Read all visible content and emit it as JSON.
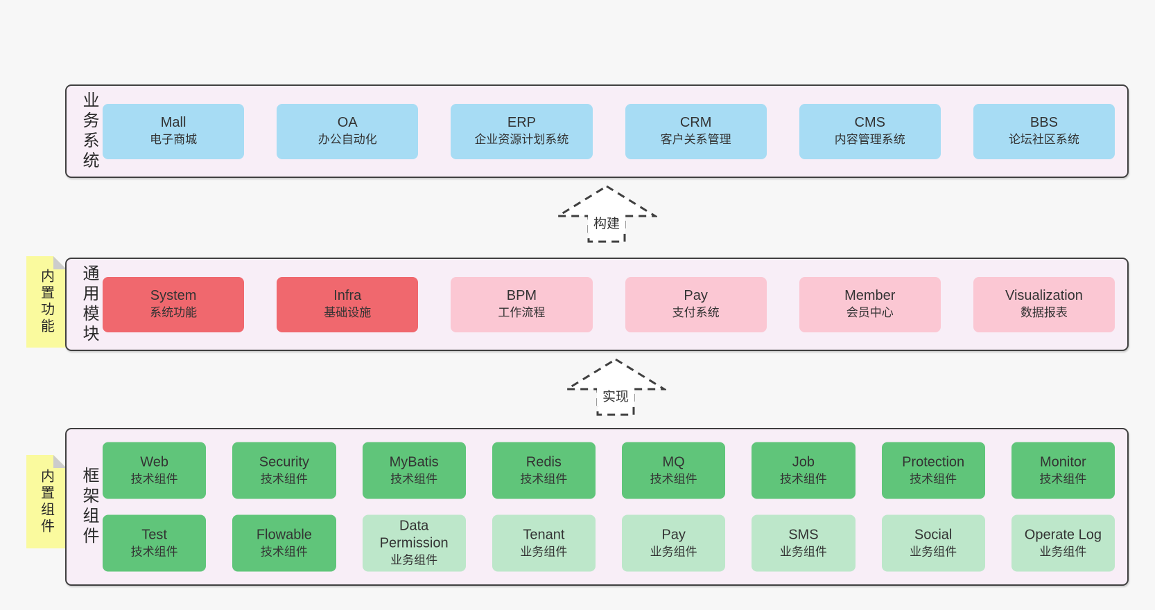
{
  "colors": {
    "page-bg": "#f7f7f7",
    "panel": "#f8eef7",
    "line": "#3f3f3f",
    "blue": "#a7dcf4",
    "red": "#f0686e",
    "pink": "#fbc7d3",
    "green": "#60c57a",
    "lightgreen": "#bde7ca",
    "note": "#fafa9e",
    "fold": "#cccccc",
    "text": "#333333"
  },
  "arrows": {
    "build": "构建",
    "implement": "实现"
  },
  "sections": {
    "business": {
      "label": "业务系统",
      "boxes": [
        {
          "name": "Mall",
          "desc": "电子商城"
        },
        {
          "name": "OA",
          "desc": "办公自动化"
        },
        {
          "name": "ERP",
          "desc": "企业资源计划系统"
        },
        {
          "name": "CRM",
          "desc": "客户关系管理"
        },
        {
          "name": "CMS",
          "desc": "内容管理系统"
        },
        {
          "name": "BBS",
          "desc": "论坛社区系统"
        }
      ]
    },
    "modules": {
      "label": "通用模块",
      "note": "内置功能",
      "boxes": [
        {
          "name": "System",
          "desc": "系统功能"
        },
        {
          "name": "Infra",
          "desc": "基础设施"
        },
        {
          "name": "BPM",
          "desc": "工作流程"
        },
        {
          "name": "Pay",
          "desc": "支付系统"
        },
        {
          "name": "Member",
          "desc": "会员中心"
        },
        {
          "name": "Visualization",
          "desc": "数据报表"
        }
      ]
    },
    "components": {
      "label": "框架组件",
      "note": "内置组件",
      "row1": [
        {
          "name": "Web",
          "desc": "技术组件"
        },
        {
          "name": "Security",
          "desc": "技术组件"
        },
        {
          "name": "MyBatis",
          "desc": "技术组件"
        },
        {
          "name": "Redis",
          "desc": "技术组件"
        },
        {
          "name": "MQ",
          "desc": "技术组件"
        },
        {
          "name": "Job",
          "desc": "技术组件"
        },
        {
          "name": "Protection",
          "desc": "技术组件"
        },
        {
          "name": "Monitor",
          "desc": "技术组件"
        }
      ],
      "row2": [
        {
          "name": "Test",
          "desc": "技术组件"
        },
        {
          "name": "Flowable",
          "desc": "技术组件"
        },
        {
          "name": "Data Permission",
          "desc": "业务组件"
        },
        {
          "name": "Tenant",
          "desc": "业务组件"
        },
        {
          "name": "Pay",
          "desc": "业务组件"
        },
        {
          "name": "SMS",
          "desc": "业务组件"
        },
        {
          "name": "Social",
          "desc": "业务组件"
        },
        {
          "name": "Operate Log",
          "desc": "业务组件"
        }
      ]
    }
  }
}
